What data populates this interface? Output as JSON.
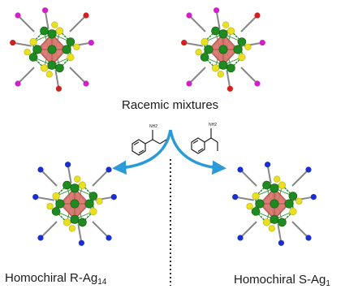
{
  "labels": {
    "racemic": "Racemic mixtures",
    "r_prefix": "Homochiral R-Ag",
    "r_sub": "14",
    "s_prefix": "Homochiral S-Ag",
    "s_sub": "1"
  },
  "molecules": {
    "left_substituent": "NH2",
    "right_substituent": "NH2"
  },
  "clusters": [
    {
      "name": "cluster-top-left",
      "ligand_color": "#d020c8",
      "variant": "racemic"
    },
    {
      "name": "cluster-top-right",
      "ligand_color": "#d020c8",
      "variant": "racemic"
    },
    {
      "name": "cluster-bottom-left",
      "ligand_color": "#1a2fd0",
      "variant": "R"
    },
    {
      "name": "cluster-bottom-right",
      "ligand_color": "#1a2fd0",
      "variant": "S"
    }
  ],
  "colors": {
    "silver_atom": "#1f8a1f",
    "sulfur_atom": "#e8e020",
    "core_fill": "#d9706a",
    "arrow": "#2a9ad8",
    "oxygen_end": "#d02020"
  }
}
